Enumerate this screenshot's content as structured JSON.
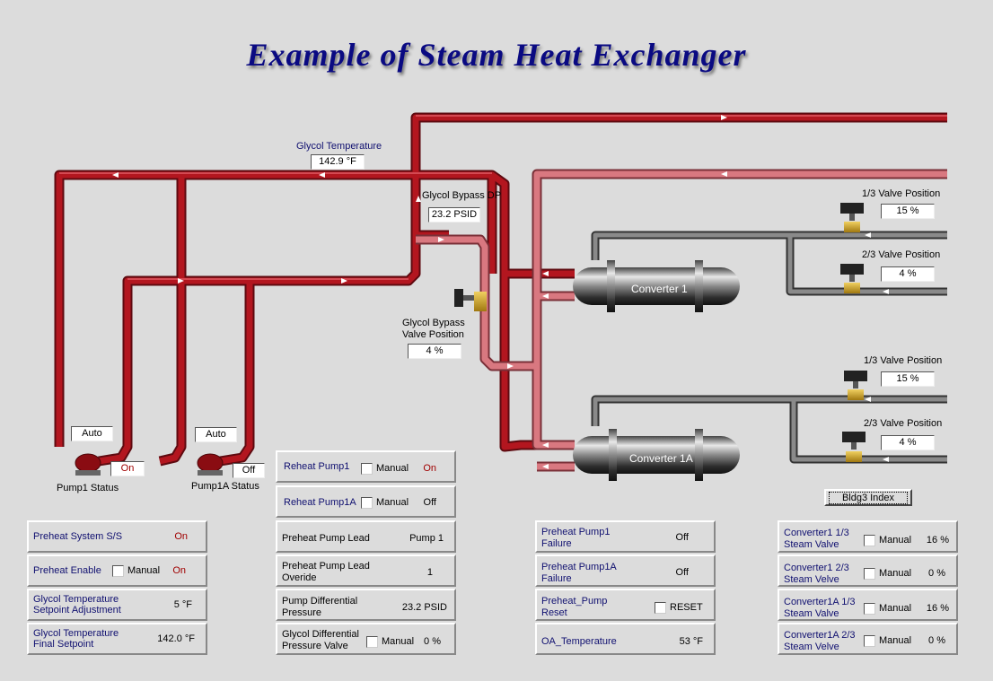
{
  "title": "Example of Steam Heat Exchanger",
  "diagram": {
    "glycol_temp_label": "Glycol Temperature",
    "glycol_temp_value": "142.9 °F",
    "bypass_dp_label": "Glycol Bypass DP",
    "bypass_dp_value": "23.2 PSID",
    "bypass_valve_label_1": "Glycol Bypass",
    "bypass_valve_label_2": "Valve Position",
    "bypass_valve_value": "4 %",
    "converter1_name": "Converter 1",
    "converter1a_name": "Converter 1A",
    "c1_valve13_label": "1/3  Valve Position",
    "c1_valve13_value": "15 %",
    "c1_valve23_label": "2/3  Valve Position",
    "c1_valve23_value": "4 %",
    "c1a_valve13_label": "1/3  Valve Position",
    "c1a_valve13_value": "15 %",
    "c1a_valve23_label": "2/3  Valve Position",
    "c1a_valve23_value": "4 %",
    "pump1_mode": "Auto",
    "pump1_state": "On",
    "pump1_label": "Pump1 Status",
    "pump1a_mode": "Auto",
    "pump1a_state": "Off",
    "pump1a_label": "Pump1A Status"
  },
  "index_button": "Bldg3 Index",
  "manual_label": "Manual",
  "reset_label": "RESET",
  "panels_left": [
    {
      "l1": "Preheat System S/S",
      "l2": "",
      "value": "On",
      "red": true
    },
    {
      "l1": "Preheat Enable",
      "l2": "",
      "value": "On",
      "red": true,
      "manual": true
    },
    {
      "l1": "Glycol Temperature",
      "l2": "Setpoint Adjustment",
      "value": "5 °F"
    },
    {
      "l1": "Glycol Temperature",
      "l2": "Final Setpoint",
      "value": "142.0 °F"
    }
  ],
  "panels_mid": [
    {
      "l1": "Reheat Pump1",
      "value": "On",
      "red": true,
      "manual": true
    },
    {
      "l1": "Reheat Pump1A",
      "value": "Off",
      "manual": true
    },
    {
      "l1": "Preheat Pump Lead",
      "l2": "",
      "value": "Pump 1"
    },
    {
      "l1": "Preheat Pump Lead",
      "l2": "Overide",
      "value": "1"
    },
    {
      "l1": "Pump Differential",
      "l2": "Pressure",
      "value": "23.2 PSID"
    },
    {
      "l1": "Glycol Differential",
      "l2": "Pressure Valve",
      "value": "0 %",
      "manual": true
    }
  ],
  "panels_right1": [
    {
      "l1": "Preheat Pump1",
      "l2": "Failure",
      "value": "Off"
    },
    {
      "l1": "Preheat Pump1A",
      "l2": "Failure",
      "value": "Off"
    },
    {
      "l1": "Preheat_Pump",
      "l2": "Reset",
      "reset": true
    },
    {
      "l1": "OA_Temperature",
      "l2": "",
      "value": "53 °F"
    }
  ],
  "panels_right2": [
    {
      "l1": "Converter1 1/3",
      "l2": "Steam Valve",
      "value": "16 %",
      "manual": true
    },
    {
      "l1": "Converter1 2/3",
      "l2": "Steam Velve",
      "value": "0 %",
      "manual": true
    },
    {
      "l1": "Converter1A 1/3",
      "l2": "Steam Valve",
      "value": "16 %",
      "manual": true
    },
    {
      "l1": "Converter1A 2/3",
      "l2": "Steam Velve",
      "value": "0 %",
      "manual": true
    }
  ],
  "colors": {
    "hot_pipe": "#a8141e",
    "warm_pipe": "#d9747c",
    "steam_pipe": "#707070",
    "label_blue": "#101070",
    "status_red": "#a00000"
  }
}
